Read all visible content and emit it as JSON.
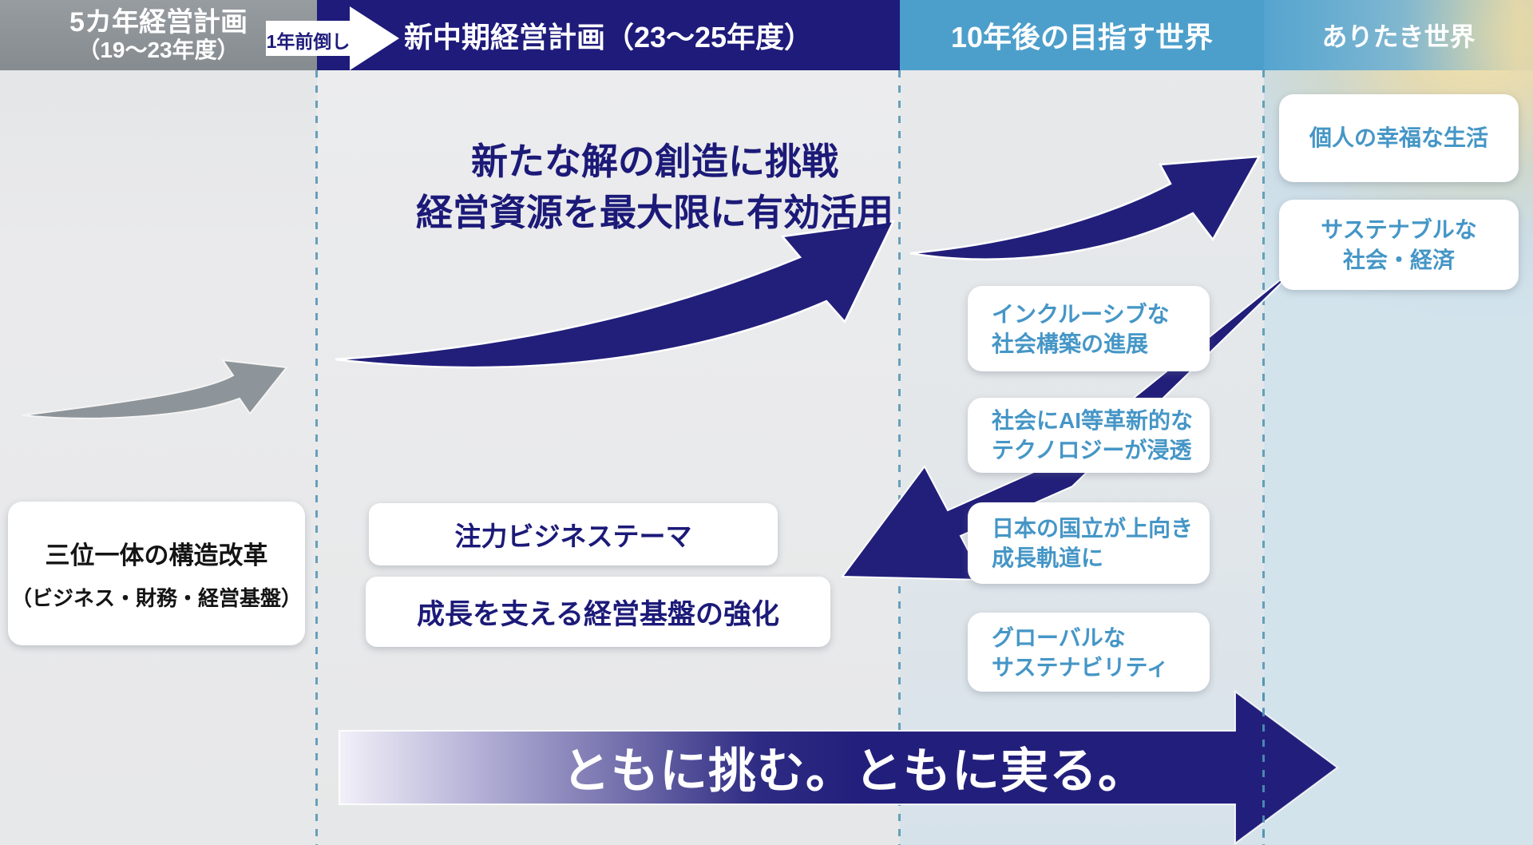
{
  "headers": {
    "five_year_plan": {
      "line1": "5カ年経営計画",
      "line2": "（19〜23年度）"
    },
    "badge": "1年前倒し",
    "new_midterm_plan": "新中期経営計画（23〜25年度）",
    "world_in_10_years": "10年後の目指す世界",
    "ideal_world": "ありたき世界"
  },
  "midterm": {
    "headline_line1": "新たな解の創造に挑戦",
    "headline_line2": "経営資源を最大限に有効活用",
    "focus_box": "注力ビジネステーマ",
    "foundation_box": "成長を支える経営基盤の強化"
  },
  "five_year": {
    "reform_line1": "三位一体の構造改革",
    "reform_line2": "（ビジネス・財務・経営基盤）"
  },
  "future10": {
    "boxes": [
      {
        "line1": "インクルーシブな",
        "line2": "社会構築の進展"
      },
      {
        "line1": "社会にAI等革新的な",
        "line2": "テクノロジーが浸透"
      },
      {
        "line1": "日本の国立が上向き",
        "line2": "成長軌道に"
      },
      {
        "line1": "グローバルな",
        "line2": "サステナビリティ"
      }
    ]
  },
  "ideal": {
    "boxes": [
      {
        "line1": "個人の幸福な生活",
        "line2": ""
      },
      {
        "line1": "サステナブルな",
        "line2": "社会・経済"
      }
    ]
  },
  "slogan": "ともに挑む。ともに実る。",
  "colors": {
    "navy": "#221f7b",
    "header_navy": "#1e1b7b",
    "header_blue": "#4d9fcb",
    "header_gray": "#8f959a",
    "box_text_blue": "#4596c6",
    "divider_teal": "#4f93b2",
    "band_light_end": "#f2f0f8"
  }
}
